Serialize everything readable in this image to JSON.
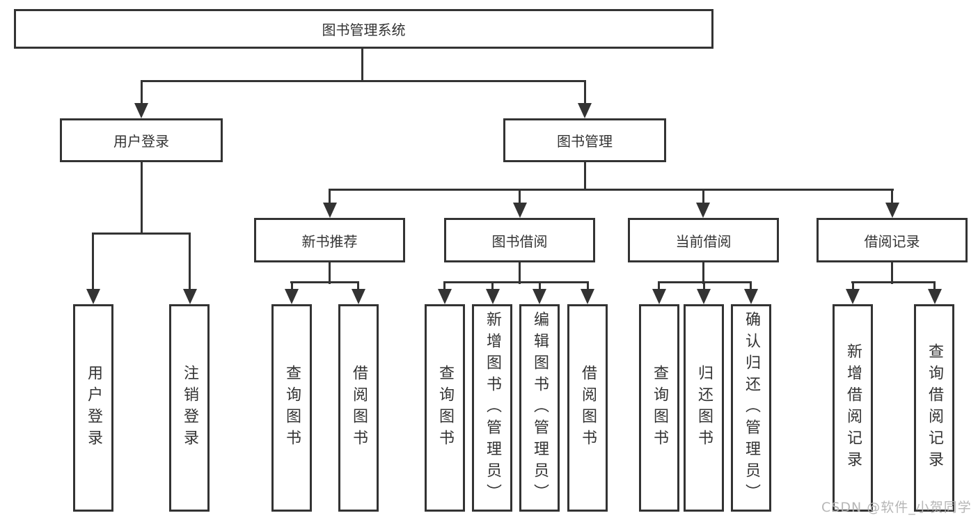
{
  "diagram": {
    "root": {
      "label": "图书管理系统"
    },
    "branches": [
      {
        "label": "用户登录",
        "children": [
          {
            "label": "用户登录"
          },
          {
            "label": "注销登录"
          }
        ]
      },
      {
        "label": "图书管理",
        "groups": [
          {
            "label": "新书推荐",
            "children": [
              {
                "label": "查询图书"
              },
              {
                "label": "借阅图书"
              }
            ]
          },
          {
            "label": "图书借阅",
            "children": [
              {
                "label": "查询图书"
              },
              {
                "label": "新增图书（管理员）"
              },
              {
                "label": "编辑图书（管理员）"
              },
              {
                "label": "借阅图书"
              }
            ]
          },
          {
            "label": "当前借阅",
            "children": [
              {
                "label": "查询图书"
              },
              {
                "label": "归还图书"
              },
              {
                "label": "确认归还（管理员）"
              }
            ]
          },
          {
            "label": "借阅记录",
            "children": [
              {
                "label": "新增借阅记录"
              },
              {
                "label": "查询借阅记录"
              }
            ]
          }
        ]
      }
    ]
  },
  "watermark": {
    "text": "CSDN @软件_小贺同学"
  },
  "colors": {
    "line": "#333333",
    "text": "#333333",
    "watermark": "#b2b2b2",
    "background": "#ffffff"
  }
}
